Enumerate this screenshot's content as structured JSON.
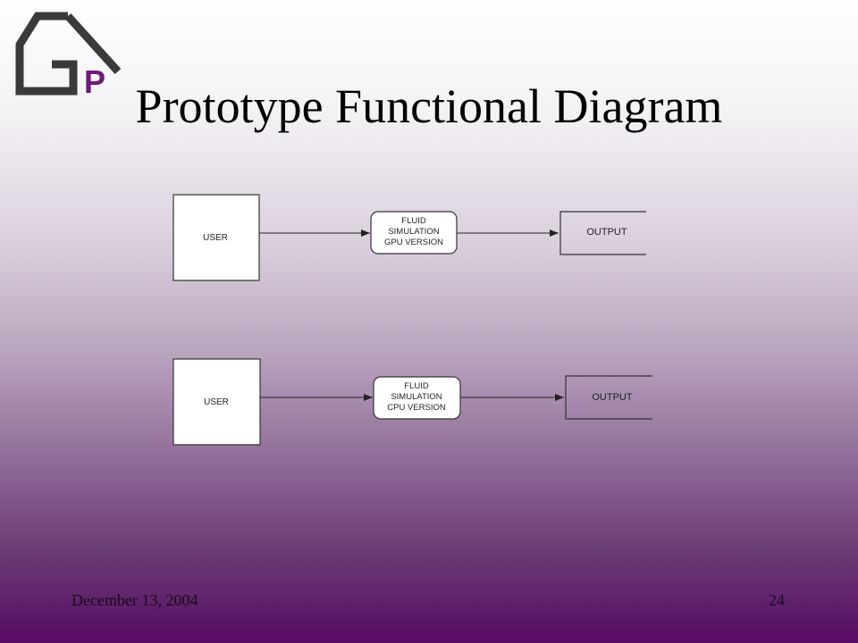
{
  "slide": {
    "title": "Prototype Functional Diagram",
    "date": "December 13, 2004",
    "page_number": "24",
    "logo_text": "GP"
  },
  "diagram": {
    "rows": [
      {
        "source": "USER",
        "process": [
          "FLUID",
          "SIMULATION",
          "GPU VERSION"
        ],
        "output": "OUTPUT"
      },
      {
        "source": "USER",
        "process": [
          "FLUID",
          "SIMULATION",
          "CPU VERSION"
        ],
        "output": "OUTPUT"
      }
    ]
  },
  "colors": {
    "logo_dark": "#3a3a3a",
    "logo_accent": "#6e1a78",
    "background_bottom": "#560c63"
  }
}
